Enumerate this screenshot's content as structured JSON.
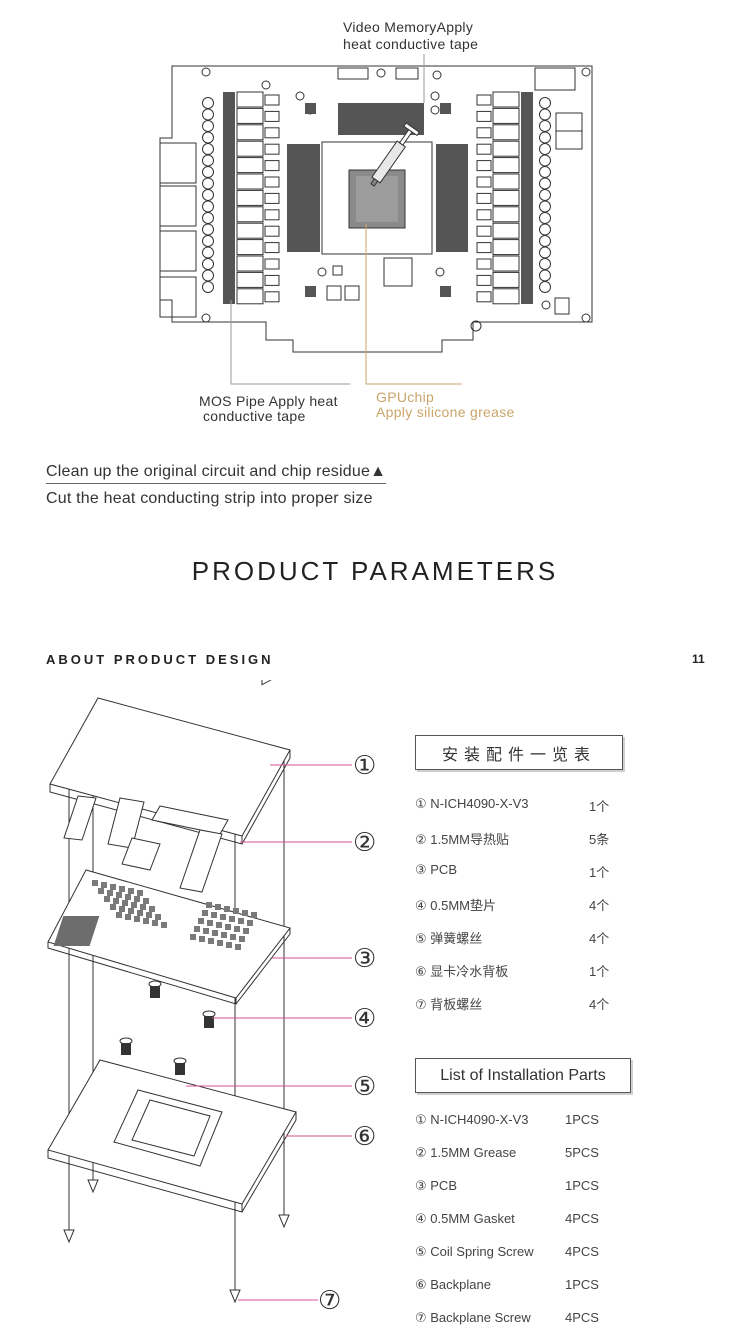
{
  "top_diagram": {
    "label_memory_1": "Video MemoryApply",
    "label_memory_2": "heat conductive tape",
    "label_mos_1": "MOS Pipe Apply heat",
    "label_mos_2": "conductive tape",
    "label_gpu_1": "GPUchip",
    "label_gpu_2": "Apply silicone grease"
  },
  "notes": {
    "line1": "Clean up the original circuit and chip residue",
    "line1_marker": "▲",
    "line2": "Cut the heat conducting strip into proper size"
  },
  "section_title": "PRODUCT PARAMETERS",
  "subheading": "ABOUT PRODUCT DESIGN",
  "page_number": "11",
  "callouts": [
    "①",
    "②",
    "③",
    "④",
    "⑤",
    "⑥",
    "⑦"
  ],
  "parts_cn": {
    "title": "安装配件一览表",
    "items": [
      {
        "name": "① N-ICH4090-X-V3",
        "qty": "1个"
      },
      {
        "name": "② 1.5MM导热贴",
        "qty": "5条"
      },
      {
        "name": "③ PCB",
        "qty": "1个"
      },
      {
        "name": "④ 0.5MM垫片",
        "qty": "4个"
      },
      {
        "name": "⑤ 弹簧螺丝",
        "qty": "4个"
      },
      {
        "name": "⑥ 显卡冷水背板",
        "qty": "1个"
      },
      {
        "name": "⑦ 背板螺丝",
        "qty": "4个"
      }
    ]
  },
  "parts_en": {
    "title": "List of Installation Parts",
    "items": [
      {
        "name": "① N-ICH4090-X-V3",
        "qty": "1PCS"
      },
      {
        "name": "② 1.5MM Grease",
        "qty": "5PCS"
      },
      {
        "name": "③ PCB",
        "qty": "1PCS"
      },
      {
        "name": "④ 0.5MM Gasket",
        "qty": "4PCS"
      },
      {
        "name": "⑤ Coil Spring Screw",
        "qty": "4PCS"
      },
      {
        "name": "⑥ Backplane",
        "qty": "1PCS"
      },
      {
        "name": "⑦ Backplane Screw",
        "qty": "4PCS"
      }
    ]
  },
  "colors": {
    "accent_gold": "#caa56a",
    "callout_line": "#d94f93",
    "text": "#2a2a2a"
  }
}
